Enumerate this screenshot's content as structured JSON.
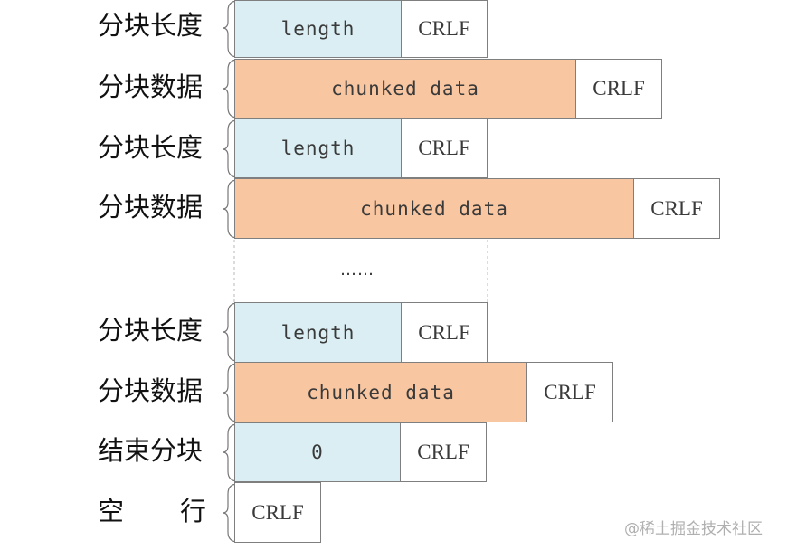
{
  "rows": [
    {
      "label": "分块长度",
      "content": "length",
      "crlf": "CRLF"
    },
    {
      "label": "分块数据",
      "content": "chunked data",
      "crlf": "CRLF"
    },
    {
      "label": "分块长度",
      "content": "length",
      "crlf": "CRLF"
    },
    {
      "label": "分块数据",
      "content": "chunked data",
      "crlf": "CRLF"
    },
    {
      "label": "分块长度",
      "content": "length",
      "crlf": "CRLF"
    },
    {
      "label": "分块数据",
      "content": "chunked data",
      "crlf": "CRLF"
    },
    {
      "label": "结束分块",
      "content": "0",
      "crlf": "CRLF"
    }
  ],
  "ellipsis": "……",
  "empty_line": {
    "label_chars": [
      "空",
      "行"
    ],
    "crlf": "CRLF"
  },
  "watermark": "@稀土掘金技术社区",
  "colors": {
    "length_fill": "#daeef3",
    "data_fill": "#f8c6a0",
    "border": "#7f7f7f"
  }
}
